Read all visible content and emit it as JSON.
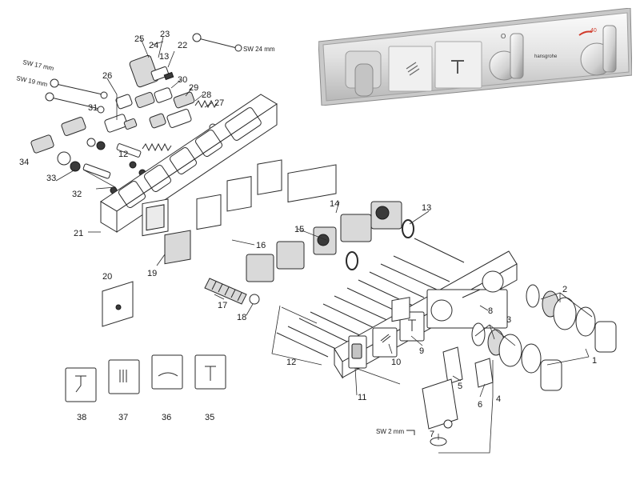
{
  "diagram": {
    "callouts": [
      "1",
      "2",
      "3",
      "4",
      "5",
      "6",
      "7",
      "8",
      "9",
      "10",
      "11",
      "12",
      "12",
      "12",
      "13",
      "13",
      "14",
      "15",
      "16",
      "17",
      "18",
      "19",
      "20",
      "21",
      "22",
      "23",
      "24",
      "25",
      "26",
      "27",
      "28",
      "29",
      "30",
      "31",
      "32",
      "33",
      "34",
      "35",
      "36",
      "37",
      "38"
    ],
    "wrench_labels": [
      "SW 24 mm",
      "SW 17 mm",
      "SW 19 mm",
      "SW 17 mm",
      "SW 2 mm"
    ]
  },
  "photo": {
    "brand_label": "hansgrohe",
    "dial_left_mark": "O",
    "dial_right_mark": "40"
  },
  "colors": {
    "line": "#2a2a2a",
    "chrome_light": "#f2f2f2",
    "chrome_dark": "#9a9a9a",
    "accent_red": "#d03a2a",
    "accent_blue": "#2a6fd0"
  }
}
